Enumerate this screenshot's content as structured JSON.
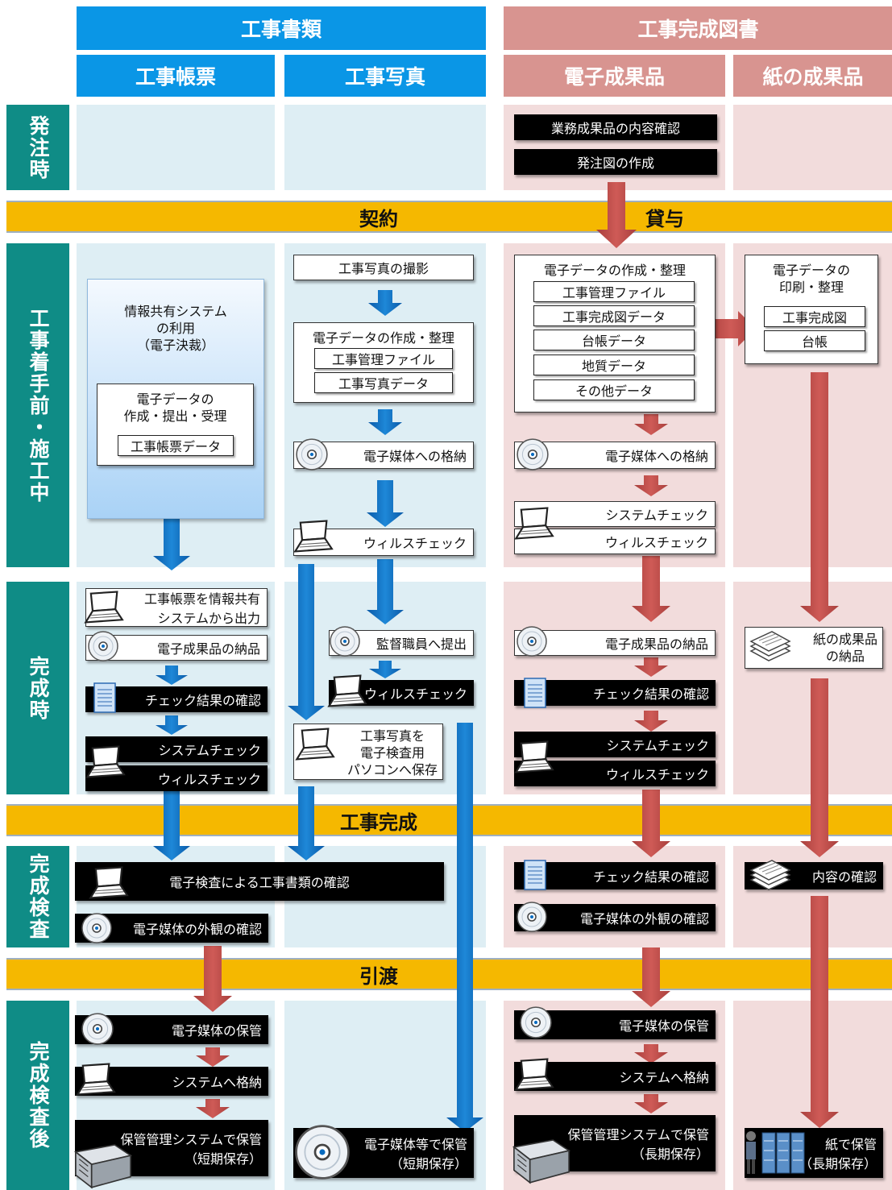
{
  "headers": {
    "docs": "工事書類",
    "completion_drawings": "工事完成図書",
    "ledger": "工事帳票",
    "photo": "工事写真",
    "electronic": "電子成果品",
    "paper": "紙の成果品"
  },
  "phases": {
    "order": "発注時",
    "construction": "工事着手前・施工中",
    "completion": "完成時",
    "inspection": "完成検査",
    "after": "完成検査後"
  },
  "bands": {
    "contract": "契約",
    "lend": "貸与",
    "completed": "工事完成",
    "handover": "引渡"
  },
  "order": {
    "confirm": "業務成果品の内容確認",
    "drawing": "発注図の作成"
  },
  "ledger": {
    "system_l1": "情報共有システム",
    "system_l2": "の利用",
    "system_l3": "（電子決裁）",
    "data_l1": "電子データの",
    "data_l2": "作成・提出・受理",
    "data_item": "工事帳票データ",
    "output_l1": "工事帳票を情報共有",
    "output_l2": "システムから出力",
    "deliver": "電子成果品の納品",
    "check_result": "チェック結果の確認",
    "system_check": "システムチェック",
    "virus_check": "ウィルスチェック"
  },
  "photo": {
    "shoot": "工事写真の撮影",
    "data_title": "電子データの作成・整理",
    "data_item1": "工事管理ファイル",
    "data_item2": "工事写真データ",
    "store_media": "電子媒体への格納",
    "virus_check": "ウィルスチェック",
    "submit": "監督職員へ提出",
    "virus_check2": "ウィルスチェック",
    "save_l1": "工事写真を",
    "save_l2": "電子検査用",
    "save_l3": "パソコンへ保存"
  },
  "electronic": {
    "data_title": "電子データの作成・整理",
    "items": [
      "工事管理ファイル",
      "工事完成図データ",
      "台帳データ",
      "地質データ",
      "その他データ"
    ],
    "store_media": "電子媒体への格納",
    "system_check": "システムチェック",
    "virus_check": "ウィルスチェック",
    "deliver": "電子成果品の納品",
    "check_result": "チェック結果の確認",
    "system_check2": "システムチェック",
    "virus_check2": "ウィルスチェック",
    "inspect_check": "チェック結果の確認",
    "media_appearance": "電子媒体の外観の確認",
    "keep_media": "電子媒体の保管",
    "store_system": "システムへ格納",
    "keep_l1": "保管管理システムで保管",
    "keep_l2": "（長期保存）"
  },
  "paper": {
    "print_l1": "電子データの",
    "print_l2": "印刷・整理",
    "item1": "工事完成図",
    "item2": "台帳",
    "deliver_l1": "紙の成果品",
    "deliver_l2": "の納品",
    "confirm": "内容の確認",
    "keep_l1": "紙で保管",
    "keep_l2": "（長期保存）"
  },
  "inspection": {
    "e_inspect": "電子検査による工事書類の確認",
    "media_appearance": "電子媒体の外観の確認"
  },
  "after": {
    "keep_media": "電子媒体の保管",
    "store_system": "システムへ格納",
    "keep_l1": "保管管理システムで保管",
    "keep_l2": "（短期保存）",
    "photo_keep_l1": "電子媒体等で保管",
    "photo_keep_l2": "（短期保存）"
  },
  "colors": {
    "blue_header": "#0a96e6",
    "red_header": "#d89490",
    "phase": "#0f8c86",
    "band": "#f5b800",
    "blue_arrow": "#0a6cc0",
    "red_arrow": "#c0504d"
  }
}
